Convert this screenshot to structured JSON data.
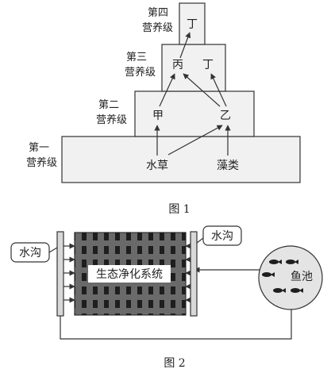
{
  "figure1": {
    "caption": "图 1",
    "levels": [
      {
        "line1": "第四",
        "line2": "营养级"
      },
      {
        "line1": "第三",
        "line2": "营养级"
      },
      {
        "line1": "第二",
        "line2": "营养级"
      },
      {
        "line1": "第一",
        "line2": "营养级"
      }
    ],
    "organisms": {
      "ding_top": "丁",
      "bing": "丙",
      "ding_mid": "丁",
      "jia": "甲",
      "yi": "乙",
      "shuicao": "水草",
      "zaolei": "藻类"
    }
  },
  "figure2": {
    "caption": "图 2",
    "ditch_left": "水沟",
    "ditch_right": "水沟",
    "system": "生态净化系统",
    "pond": "鱼池"
  }
}
